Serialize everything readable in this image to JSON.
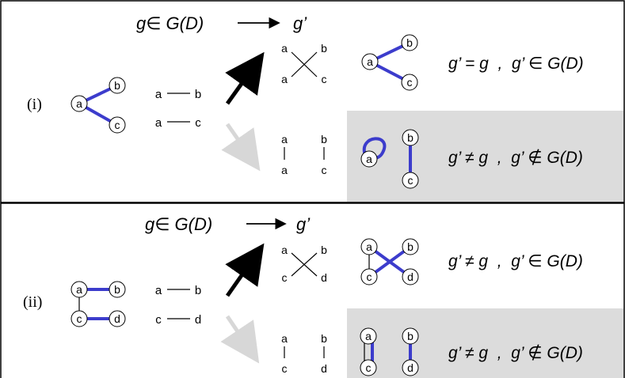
{
  "colors": {
    "edge_blue": "#3c3ccc",
    "shade_grey": "#dcdcdc",
    "arrow_black": "#000000",
    "arrow_grey": "#d7d7d7"
  },
  "panel_i": {
    "label": "(i)",
    "header_left": "g∈ G(D)",
    "header_right": "g’",
    "graph_nodes": [
      "a",
      "b",
      "c"
    ],
    "pairs": [
      {
        "left": "a",
        "right": "b"
      },
      {
        "left": "a",
        "right": "c"
      }
    ],
    "swap_top": {
      "tl": "a",
      "tr": "b",
      "bl": "a",
      "br": "c"
    },
    "swap_bottom": {
      "tl": "a",
      "tr": "b",
      "bl": "a",
      "br": "c"
    },
    "result_top_nodes": [
      "a",
      "b",
      "c"
    ],
    "result_bottom_nodes": [
      "a",
      "b",
      "c"
    ],
    "relation_top": "g’ = g  ,  g’ ∈ G(D)",
    "relation_bottom": "g’ ≠ g  ,  g’ ∉ G(D)"
  },
  "panel_ii": {
    "label": "(ii)",
    "header_left": "g∈ G(D)",
    "header_right": "g’",
    "graph_nodes": [
      "a",
      "b",
      "c",
      "d"
    ],
    "pairs": [
      {
        "left": "a",
        "right": "b"
      },
      {
        "left": "c",
        "right": "d"
      }
    ],
    "swap_top": {
      "tl": "a",
      "tr": "b",
      "bl": "c",
      "br": "d"
    },
    "swap_bottom": {
      "tl": "a",
      "tr": "b",
      "bl": "c",
      "br": "d"
    },
    "result_top_nodes": [
      "a",
      "b",
      "c",
      "d"
    ],
    "result_bottom_nodes": [
      "a",
      "b",
      "c",
      "d"
    ],
    "relation_top": "g’ ≠ g  ,  g’ ∈ G(D)",
    "relation_bottom": "g’ ≠ g  ,  g’ ∉ G(D)"
  }
}
